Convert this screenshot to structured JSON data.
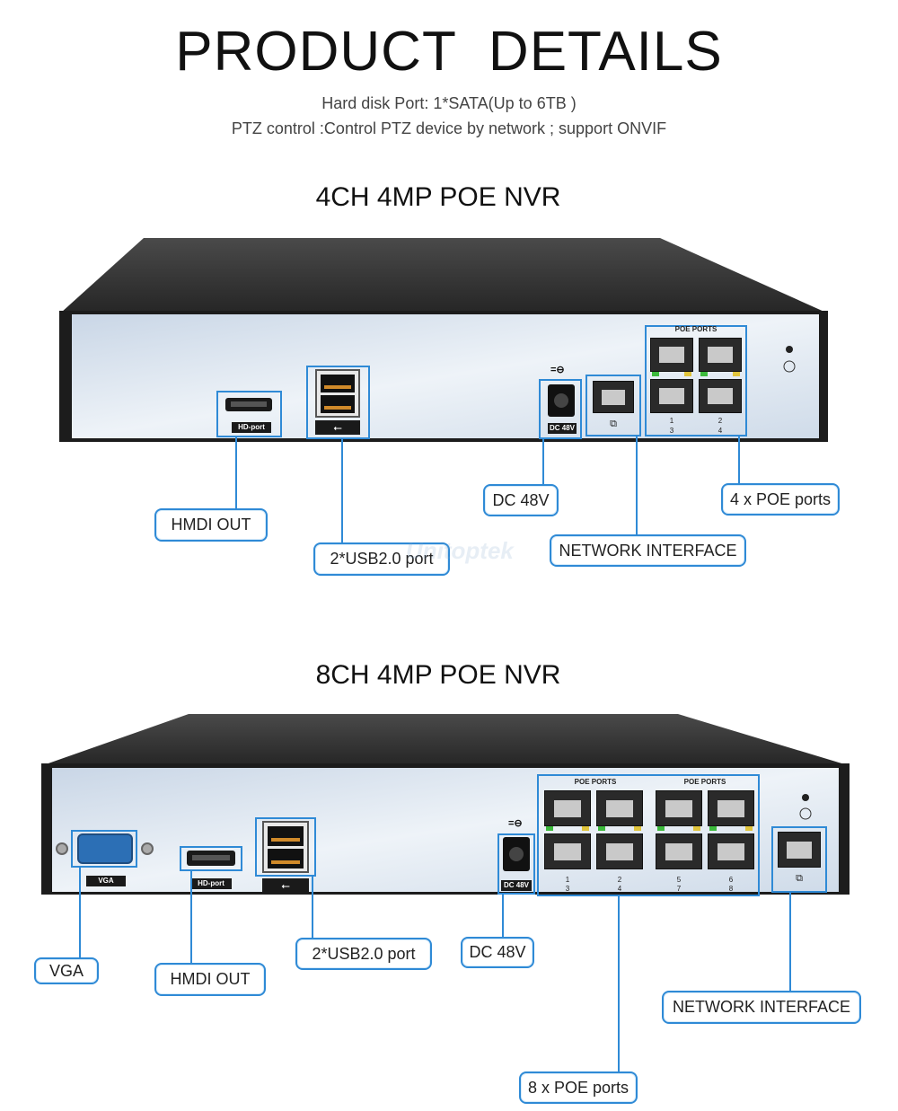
{
  "header": {
    "title": "PRODUCT  DETAILS",
    "line1": "Hard disk Port: 1*SATA(Up to 6TB )",
    "line2": "PTZ control :Control PTZ device by network  ; support ONVIF"
  },
  "nvr4": {
    "title": "4CH 4MP POE NVR",
    "device_labels": {
      "hd_port": "HD-port",
      "dc": "DC 48V",
      "poe_header": "POE PORTS",
      "port_numbers": [
        "1",
        "2",
        "3",
        "4"
      ]
    },
    "callouts": {
      "hdmi": "HMDI OUT",
      "usb": "2*USB2.0 port",
      "dc": "DC 48V",
      "network": "NETWORK INTERFACE",
      "poe": "4 x POE ports"
    }
  },
  "nvr8": {
    "title": "8CH 4MP POE NVR",
    "device_labels": {
      "vga": "VGA",
      "hd_port": "HD-port",
      "dc": "DC 48V",
      "poe_header_left": "POE PORTS",
      "poe_header_right": "POE PORTS",
      "port_numbers": [
        "1",
        "2",
        "3",
        "4",
        "5",
        "6",
        "7",
        "8"
      ]
    },
    "callouts": {
      "vga": "VGA",
      "hdmi": "HMDI OUT",
      "usb": "2*USB2.0 port",
      "dc": "DC 48V",
      "network": "NETWORK INTERFACE",
      "poe": "8 x POE ports"
    }
  },
  "watermark": "Unitoptek",
  "colors": {
    "accent": "#2f8ad6",
    "panel": "#dfe8f3",
    "chassis": "#2b2b2b"
  }
}
